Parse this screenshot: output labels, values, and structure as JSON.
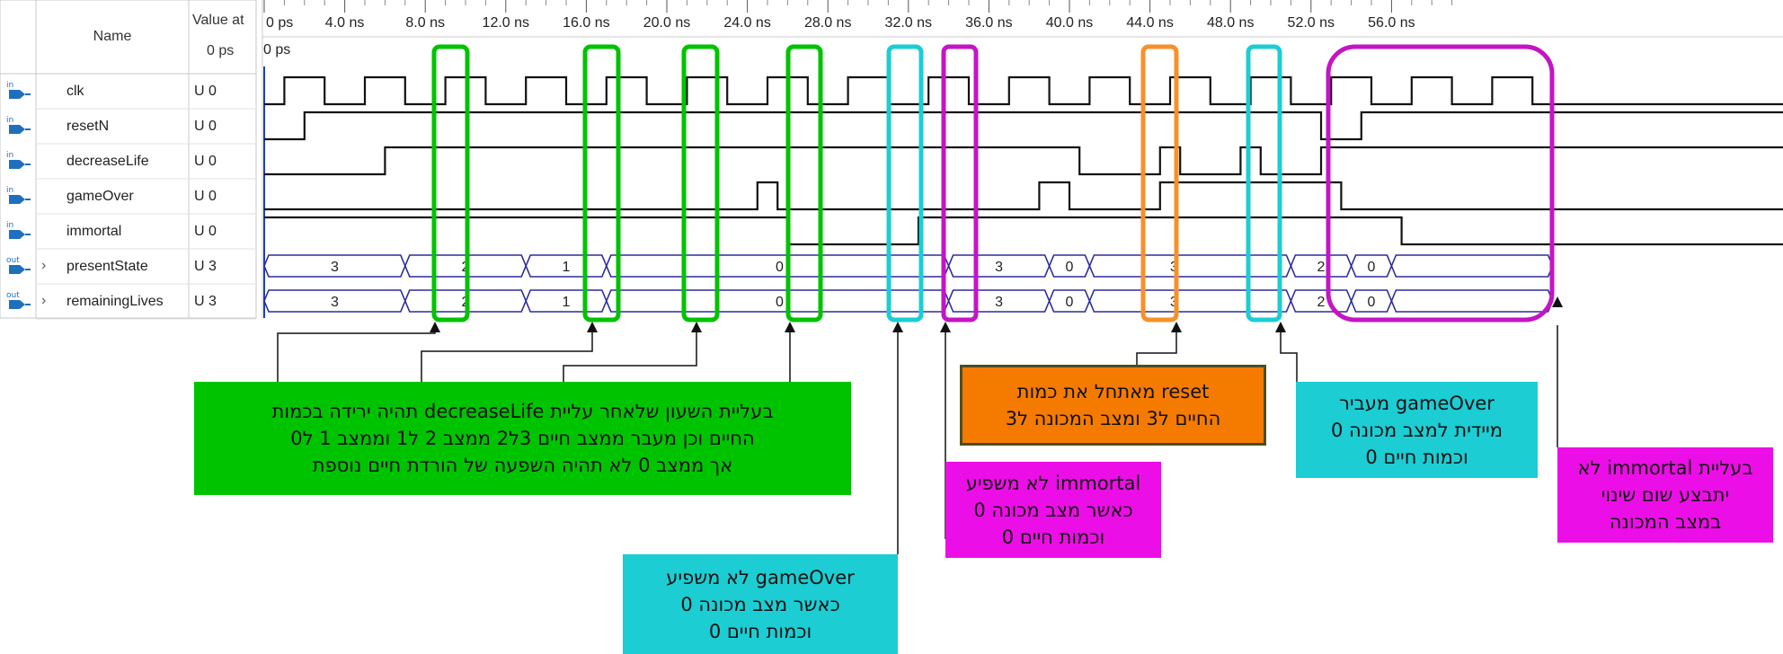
{
  "panel": {
    "name_header": "Name",
    "value_header": "Value at",
    "value_header_time": "0 ps"
  },
  "signals": [
    {
      "name": "clk",
      "kind": "in",
      "value": "U 0",
      "expandable": false
    },
    {
      "name": "resetN",
      "kind": "in",
      "value": "U 0",
      "expandable": false
    },
    {
      "name": "decreaseLife",
      "kind": "in",
      "value": "U 0",
      "expandable": false
    },
    {
      "name": "gameOver",
      "kind": "in",
      "value": "U 0",
      "expandable": false
    },
    {
      "name": "immortal",
      "kind": "in",
      "value": "U 0",
      "expandable": false
    },
    {
      "name": "presentState",
      "kind": "out",
      "value": "U 3",
      "expandable": true
    },
    {
      "name": "remainingLives",
      "kind": "out",
      "value": "U 3",
      "expandable": true
    }
  ],
  "timeline": {
    "ticks": [
      "0 ps",
      "4.0 ns",
      "8.0 ns",
      "12.0 ns",
      "16.0 ns",
      "20.0 ns",
      "24.0 ns",
      "28.0 ns",
      "32.0 ns",
      "36.0 ns",
      "40.0 ns",
      "44.0 ns",
      "48.0 ns",
      "52.0 ns",
      "56.0 ns"
    ],
    "cursor_label": "0 ps"
  },
  "bus_values": {
    "presentState": [
      "3",
      "2",
      "1",
      "0",
      "3",
      "0",
      "3",
      "2",
      "0"
    ],
    "remainingLives": [
      "3",
      "2",
      "1",
      "0",
      "3",
      "0",
      "3",
      "2",
      "0"
    ]
  },
  "annotations": {
    "green": "בעליית השעון שלאחר עליית  decreaseLife תהיה ירידה בכמות\nהחיים וכן מעבר ממצב חיים 3ל2 ממצב 2 ל1 וממצב 1 ל0\nאך ממצב 0 לא תהיה השפעה של הורדת חיים נוספת",
    "cyan_gameover_no_effect": "gameOver לא משפיע\nכאשר מצב מכונה 0\nוכמות חיים 0",
    "magenta_immortal_no_effect": "immortal לא משפיע\nכאשר מצב מכונה 0\nוכמות חיים 0",
    "orange_reset": "reset מאתחל את כמות\nהחיים ל3 ומצב המכונה ל3",
    "cyan_gameover_moves": "gameOver מעביר\nמיידית למצב מכונה 0\nוכמות חיים 0",
    "magenta_immortal_rise": "בעליית immortal לא\nיתבצע שום שינוי\nבמצב המכונה"
  },
  "colors": {
    "wave": "#111111",
    "bus": "#2b2b9c",
    "highlight_green": "#00c300",
    "highlight_cyan": "#1ccdd3",
    "highlight_magenta": "#c415c4",
    "highlight_orange": "#f7902a",
    "icon_blue": "#1f6fbf"
  }
}
